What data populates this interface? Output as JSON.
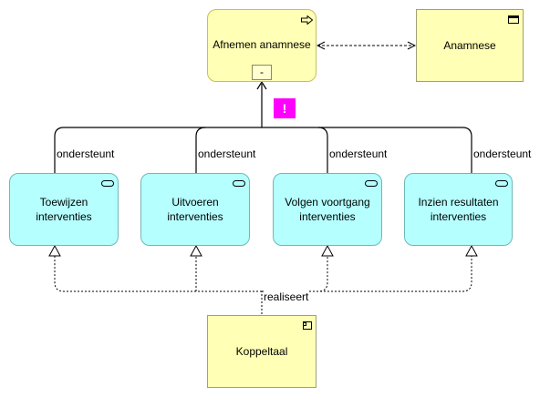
{
  "nodes": {
    "afnemen": {
      "label": "Afnemen anamnese",
      "collapse": "-"
    },
    "anamnese": {
      "label": "Anamnese"
    },
    "toewijzen": {
      "label": "Toewijzen\ninterventies"
    },
    "uitvoeren": {
      "label": "Uitvoeren\ninterventies"
    },
    "volgen": {
      "label": "Volgen voortgang\ninterventies"
    },
    "inzien": {
      "label": "Inzien resultaten\ninterventies"
    },
    "koppeltaal": {
      "label": "Koppeltaal"
    }
  },
  "relations": {
    "serves_label": "ondersteunt",
    "realizes_label": "realiseert"
  },
  "warning": {
    "text": "!",
    "color": "#ff00ff"
  },
  "colors": {
    "business": "#ffffb5",
    "application": "#b5ffff"
  },
  "icons": {
    "afnemen": "process-arrow-icon",
    "anamnese": "business-object-icon",
    "services": "service-icon",
    "koppeltaal": "component-icon"
  }
}
